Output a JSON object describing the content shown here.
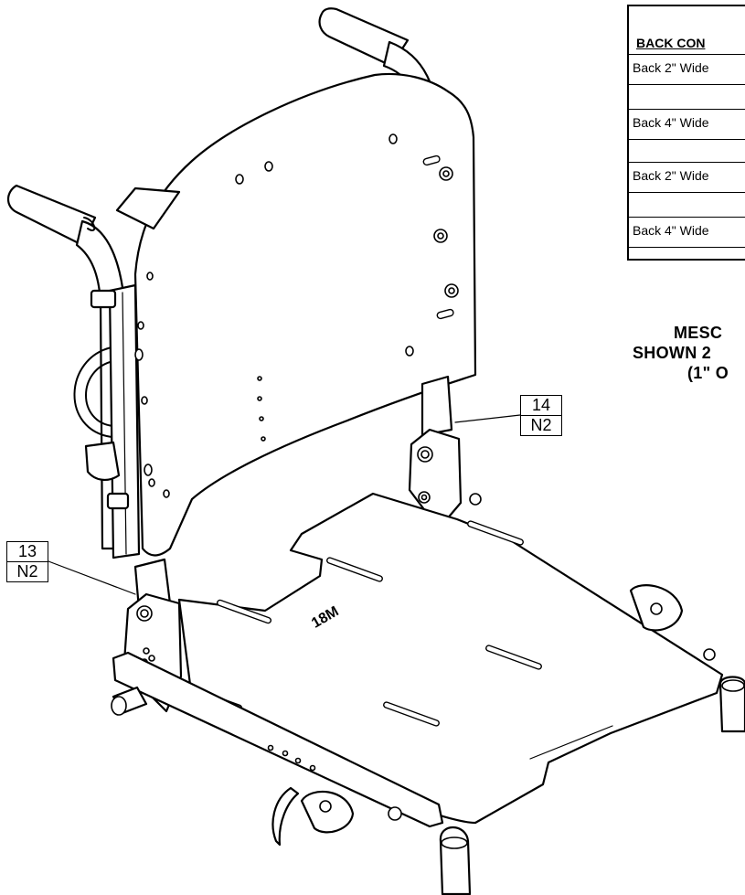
{
  "table": {
    "header": "BACK CON",
    "rows": [
      "Back 2\" Wide",
      "Back 4\" Wide",
      "Back 2\" Wide",
      "Back 4\" Wide"
    ]
  },
  "note": {
    "line1": "MESC",
    "line2": "SHOWN 2",
    "line3": "(1\" O"
  },
  "callouts": [
    {
      "item": "14",
      "note": "N2"
    },
    {
      "item": "13",
      "note": "N2"
    }
  ],
  "seat_marking": "18M"
}
